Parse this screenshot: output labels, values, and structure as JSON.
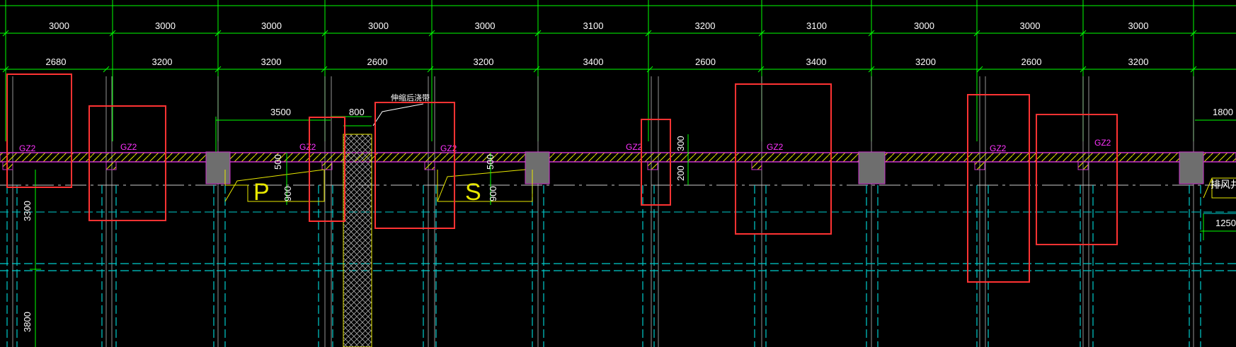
{
  "colors": {
    "background": "#000000",
    "dimension_line": "#00ff00",
    "grid_line": "#ffffff",
    "column_line": "#00cccc",
    "wall_hatch": "#e8e800",
    "wall_outline": "#cc33cc",
    "column_fill": "#6e6e6e",
    "highlight_box": "#ff3333",
    "tag": "#ff33ff",
    "room_outline": "#e8e800"
  },
  "dimensions": {
    "row1": [
      "3000",
      "3000",
      "3000",
      "3000",
      "3000",
      "3100",
      "3200",
      "3100",
      "3000",
      "3000",
      "3000"
    ],
    "row2": [
      "2680",
      "3200",
      "3200",
      "2600",
      "3200",
      "3400",
      "2600",
      "3400",
      "3200",
      "2600",
      "3200"
    ],
    "right_top": "1800",
    "right_mid": "1250",
    "left_3300": "3300",
    "left_3800": "3800",
    "d3500": "3500",
    "d800": "800",
    "d500a": "500",
    "d500b": "500",
    "d300": "300",
    "d200": "200",
    "d900a": "900",
    "d900b": "900"
  },
  "tags": [
    "GZ2",
    "GZ2",
    "GZ2",
    "GZ2",
    "GZ2",
    "GZ2",
    "GZ2",
    "GZ2"
  ],
  "labels": {
    "expansion_joint": "伸缩后浇带",
    "exhaust_shaft": "排风井",
    "room_p": "P",
    "room_s": "S"
  }
}
